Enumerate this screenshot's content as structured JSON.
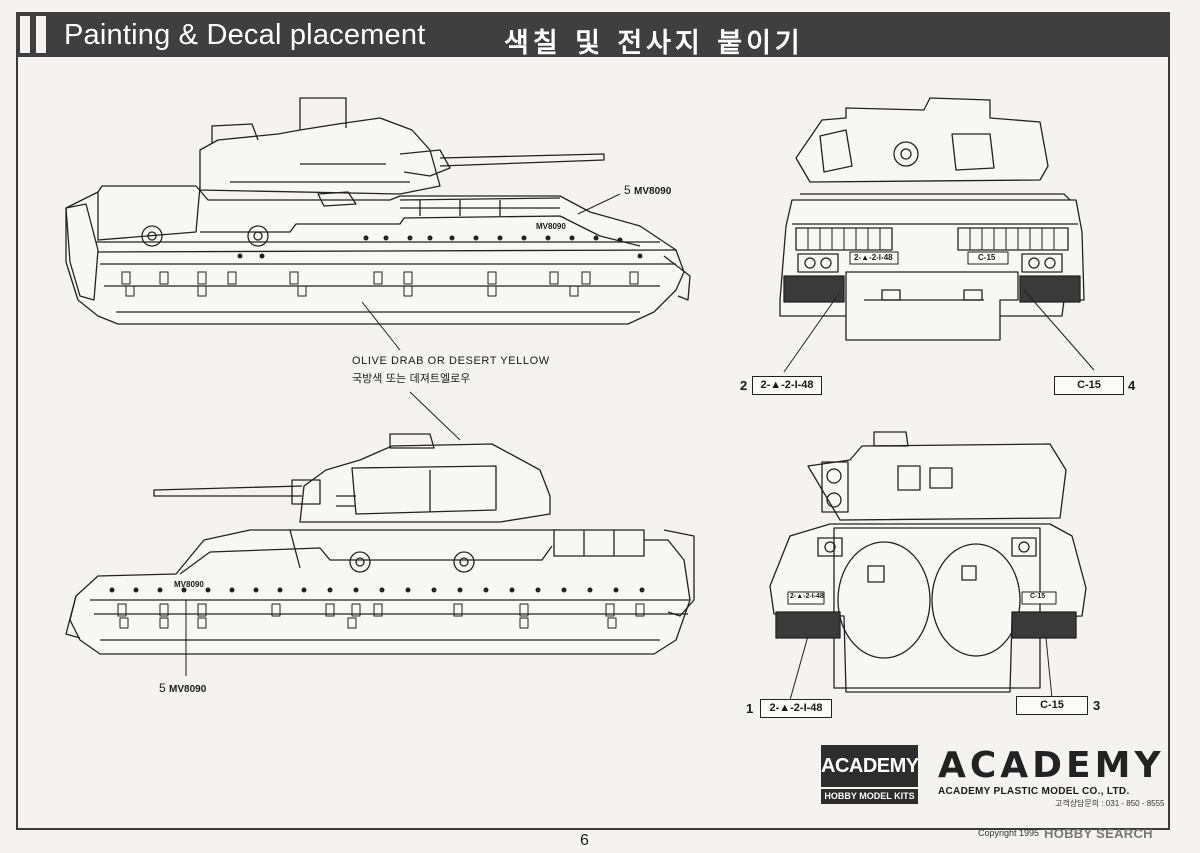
{
  "header": {
    "title": "Painting & Decal placement",
    "title_kr": "색칠 및 전사지 붙이기"
  },
  "paint_note": {
    "line1": "OLIVE DRAB OR DESERT YELLOW",
    "line2": "국방색 또는 데져트엘로우"
  },
  "decals": {
    "mv_marking": "MV8090",
    "num_1": "1",
    "num_2": "2",
    "num_3": "3",
    "num_4": "4",
    "num_5a": "5",
    "num_5b": "5",
    "unit_code": "2-▲-2-I-48",
    "c15": "C-15"
  },
  "logos": {
    "badge_top": "ACADEMY",
    "badge_bottom": "HOBBY MODEL KITS",
    "wordmark": "ACADEMY",
    "company": "ACADEMY PLASTIC MODEL CO., LTD.",
    "phone": "고객상담문의 : 031 - 850 - 8555"
  },
  "footer": {
    "page_number": "6",
    "copyright": "Copyright 1995",
    "watermark": "HOBBY SEARCH"
  },
  "icons": {
    "header_marks": "double-vertical-bar",
    "vehicles": [
      "left-side-view",
      "right-side-view",
      "rear-view",
      "front-view"
    ]
  }
}
